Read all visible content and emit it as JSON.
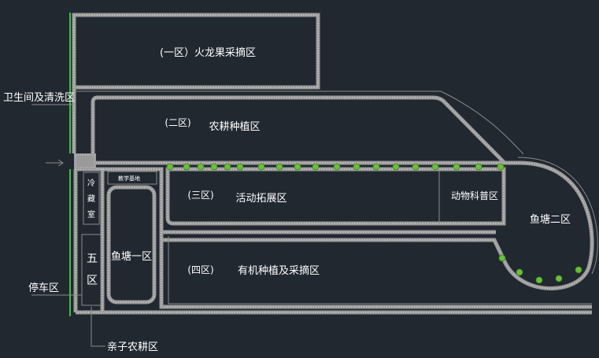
{
  "labels": {
    "zone1": "(一区）火龙果采摘区",
    "zone2_num": "(二区)",
    "zone2_name": "农耕种植区",
    "zone3_num": "(三区)",
    "zone3_name": "活动拓展区",
    "animal": "动物科普区",
    "fishpond2": "鱼塘二区",
    "zone4_num": "(四区)",
    "zone4_name": "有机种植及采摘区",
    "fishpond1": "鱼塘一区",
    "cold_storage": [
      "冷",
      "藏",
      "室"
    ],
    "zone5": [
      "五",
      "区"
    ],
    "small_building": "教学基地",
    "toilet": "卫生间及清洗区",
    "parking": "停车区",
    "kids_farm": "亲子农耕区"
  },
  "colors": {
    "background": "#212830",
    "path": "#9a9a9a",
    "tree": "#6abf3a",
    "boundary": "#3cc03c",
    "text": "#ffffff"
  }
}
